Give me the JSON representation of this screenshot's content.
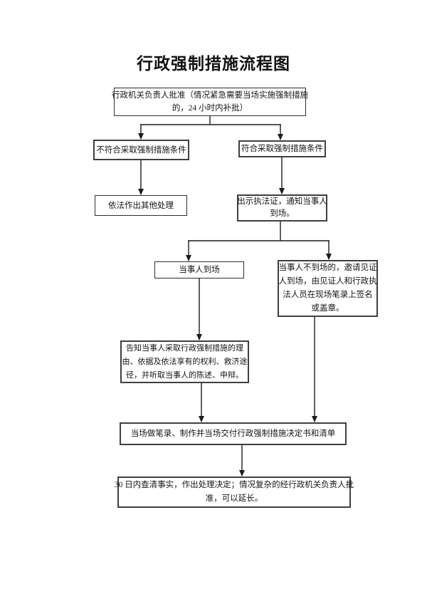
{
  "title": "行政强制措施流程图",
  "colors": {
    "ink": "#1a1a1a",
    "background": "#ffffff"
  },
  "nodes": {
    "approval": {
      "text": "行政机关负责人批准（情况紧急需要当场实施强制措施的，24 小时内补批）",
      "lines": [
        "行政机关负责人批准（情况紧急需要当场实施强制措施",
        "的，24 小时内补批）"
      ]
    },
    "not_meet": {
      "text": "不符合采取强制措施条件",
      "lines": [
        "不符合采取强制措施条件"
      ]
    },
    "meet": {
      "text": "符合采取强制措施条件",
      "lines": [
        "符合采取强制措施条件"
      ]
    },
    "other": {
      "text": "依法作出其他处理",
      "lines": [
        "依法作出其他处理"
      ]
    },
    "show_cert": {
      "text": "出示执法证，通知当事人到场。",
      "lines": [
        "出示执法证，通知当事人",
        "到场。"
      ]
    },
    "present": {
      "text": "当事人到场",
      "lines": [
        "当事人到场"
      ]
    },
    "absent": {
      "text": "当事人不到场的，邀请见证人到场，由见证人和行政执法人员在现场笔录上签名或盖章。",
      "lines": [
        "当事人不到场的，邀请见证",
        "人到场，由见证人和行政执",
        "法人员在现场笔录上签名",
        "或盖章。"
      ]
    },
    "inform": {
      "text": "告知当事人采取行政强制措施的理由、依据及依法享有的权利、救济途径，并听取当事人的陈述、申辩。",
      "lines": [
        "告知当事人采取行政强制措施的理",
        "由、依据及依法享有的权利、救济途",
        "径，并听取当事人的陈述、申辩。"
      ]
    },
    "record": {
      "text": "当场做笔录、制作并当场交付行政强制措施决定书和清单",
      "lines": [
        "当场做笔录、制作并当场交付行政强制措施决定书和清单"
      ]
    },
    "decision": {
      "text": "30 日内查清事实，作出处理决定；情况复杂的经行政机关负责人批准，可以延长。",
      "lines": [
        "30 日内查清事实，作出处理决定；情况复杂的经行政机关负责人批",
        "准，可以延长。"
      ]
    }
  }
}
